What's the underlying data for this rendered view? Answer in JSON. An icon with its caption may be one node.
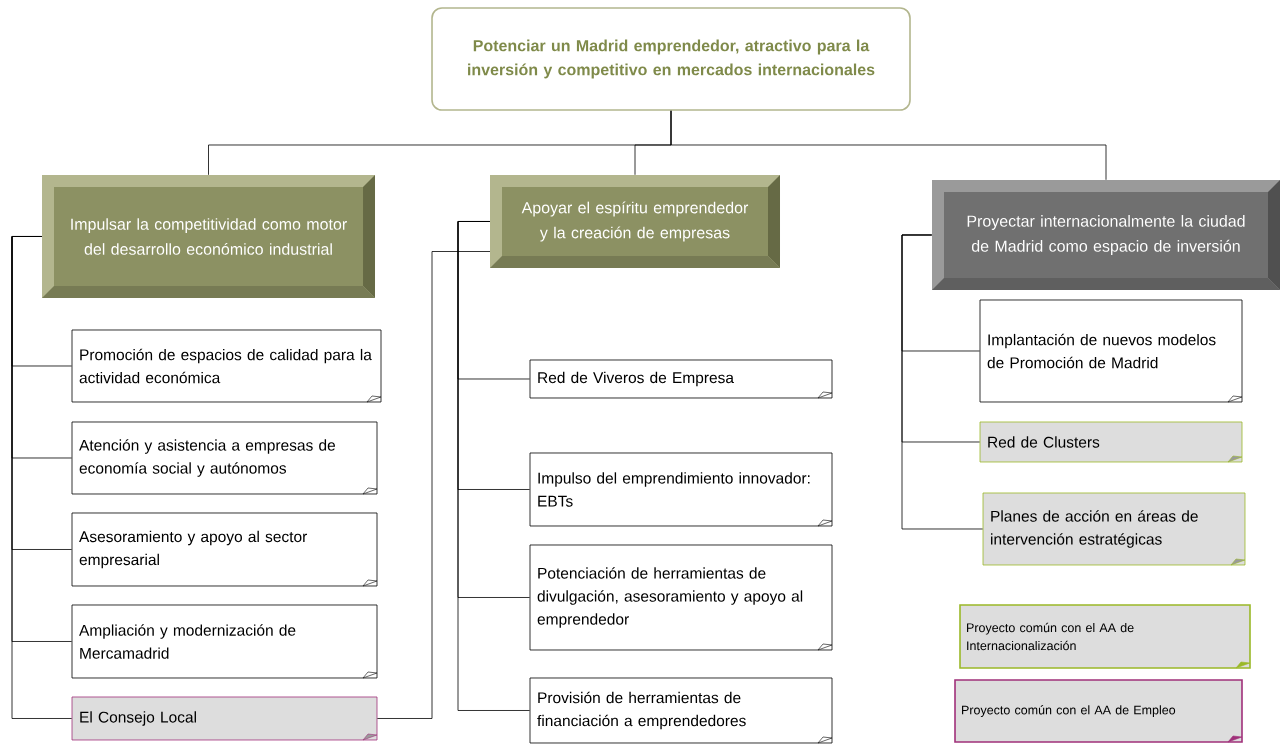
{
  "diagram": {
    "nodes": [
      {
        "text": [
          "Potenciar un Madrid emprendedor, atractivo para la inversión y competitivo en mercados internacionales"
        ]
      },
      {
        "text": [
          "Impulsar la competitividad como motor del desarrollo económico industrial"
        ]
      },
      {
        "text": [
          "Apoyar el espíritu emprendedor y la creación de empresas"
        ]
      },
      {
        "text": [
          "Proyectar internacionalmente la ciudad de Madrid como espacio de inversión"
        ]
      },
      {
        "text": [
          "Promoción de espacios de calidad para la actividad económica"
        ]
      },
      {
        "text": [
          "Atención y asistencia a empresas de economía social y autónomos"
        ]
      },
      {
        "text": [
          "Asesoramiento y apoyo al sector empresarial"
        ]
      },
      {
        "text": [
          "Ampliación y modernización de Mercamadrid"
        ]
      },
      {
        "text": [
          "El Consejo Local"
        ]
      },
      {
        "text": [
          "Red de Viveros de Empresa"
        ]
      },
      {
        "text": [
          "Impulso del emprendimiento innovador: EBTs"
        ]
      },
      {
        "text": [
          "Potenciación de herramientas de divulgación, asesoramiento y apoyo al emprendedor"
        ]
      },
      {
        "text": [
          "Provisión de herramientas de financiación a emprendedores"
        ]
      },
      {
        "text": [
          "Implantación de nuevos modelos de Promoción de Madrid"
        ]
      },
      {
        "text": [
          "Red de Clusters"
        ]
      },
      {
        "text": [
          "Planes de acción en áreas de intervención estratégicas"
        ]
      }
    ],
    "edges": [
      {
        "from": 0,
        "to": 1,
        "arrow": "none"
      },
      {
        "from": 0,
        "to": 2,
        "arrow": "none"
      },
      {
        "from": 0,
        "to": 3,
        "arrow": "none"
      },
      {
        "from": 1,
        "to": 4,
        "arrow": "none"
      },
      {
        "from": 1,
        "to": 5,
        "arrow": "none"
      },
      {
        "from": 1,
        "to": 6,
        "arrow": "none"
      },
      {
        "from": 1,
        "to": 7,
        "arrow": "none"
      },
      {
        "from": 1,
        "to": 8,
        "arrow": "none"
      },
      {
        "from": 8,
        "to": 2,
        "arrow": "none"
      },
      {
        "from": 2,
        "to": 9,
        "arrow": "none"
      },
      {
        "from": 2,
        "to": 10,
        "arrow": "none"
      },
      {
        "from": 2,
        "to": 11,
        "arrow": "none"
      },
      {
        "from": 2,
        "to": 12,
        "arrow": "none"
      },
      {
        "from": 3,
        "to": 13,
        "arrow": "none"
      },
      {
        "from": 3,
        "to": 14,
        "arrow": "none"
      },
      {
        "from": 3,
        "to": 15,
        "arrow": "none"
      }
    ],
    "legend": [
      {
        "text": "Proyecto común con el AA de Internacionalización"
      },
      {
        "text": "Proyecto común con el AA de Empleo"
      }
    ]
  }
}
